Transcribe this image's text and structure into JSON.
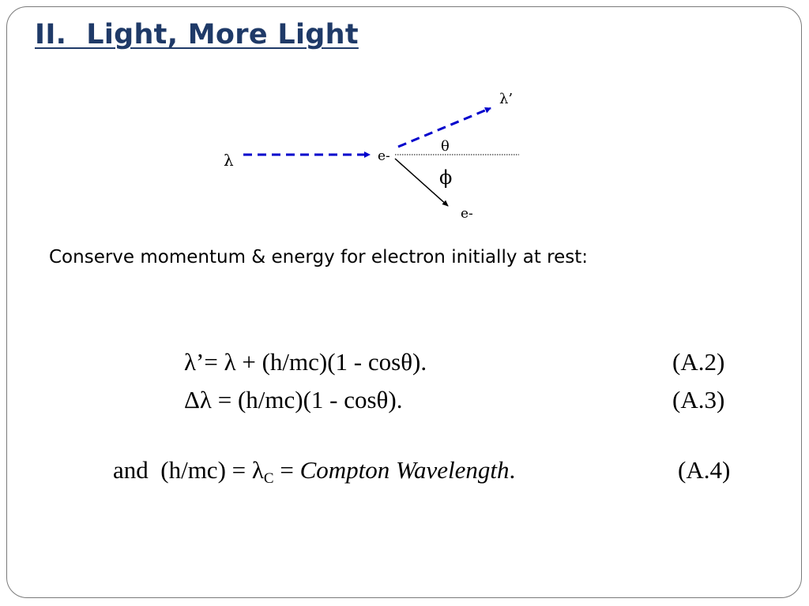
{
  "slide": {
    "title": "II.  Light, More Light",
    "diagram": {
      "incoming_label": "λ",
      "scattered_label": "λ’",
      "electron_label": "e-",
      "recoil_electron_label": "e-",
      "theta_label": "θ",
      "phi_label": "ϕ",
      "photon_color": "#0000cc",
      "electron_color": "#000000"
    },
    "body": "Conserve momentum & energy for electron initially at rest:",
    "equations": [
      {
        "lhs": "λ’= λ + (h/mc)(1 - cosθ).",
        "number": "(A.2)"
      },
      {
        "lhs": "Δλ = (h/mc)(1 - cosθ).",
        "number": "(A.3)"
      }
    ],
    "compton": {
      "prefix": "and  (h/mc) = λ",
      "subscript": "C",
      "equals": " = ",
      "term": "Compton Wavelength",
      "period": ".",
      "number": "(A.4)"
    },
    "colors": {
      "title": "#1f3a68",
      "frame": "#7a7a7a"
    }
  }
}
